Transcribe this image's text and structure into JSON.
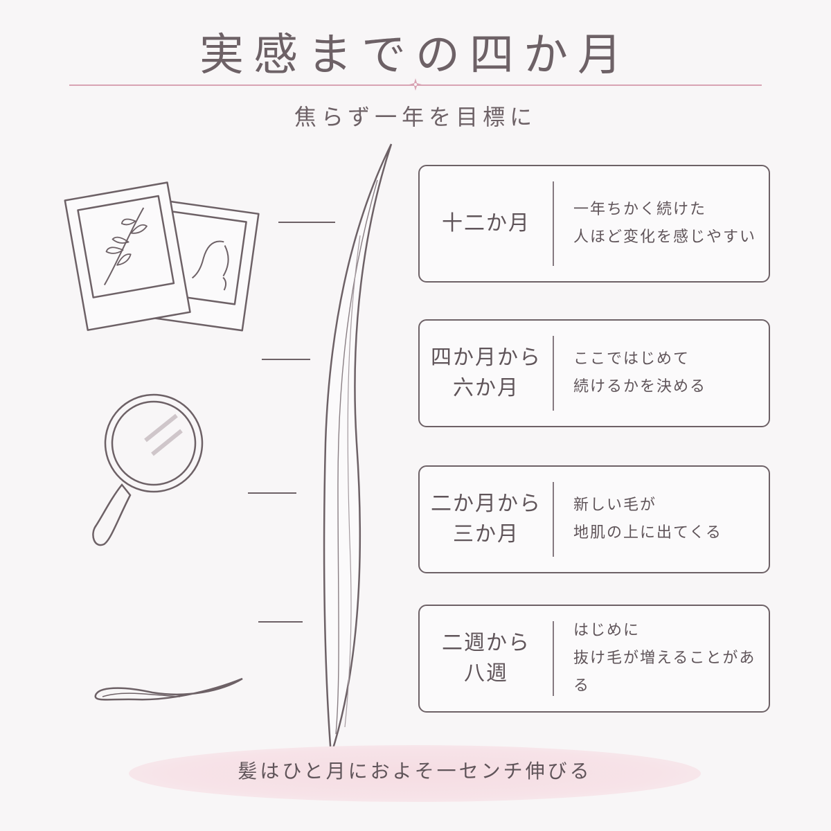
{
  "header": {
    "title": "実感までの四か月",
    "subtitle": "焦らず一年を目標に"
  },
  "stages": [
    {
      "period": "十二か月",
      "description": "一年ちかく続けた\n人ほど変化を感じやすい"
    },
    {
      "period": "四か月から\n六か月",
      "description": "ここではじめて\n続けるかを決める"
    },
    {
      "period": "二か月から\n三か月",
      "description": "新しい毛が\n地肌の上に出てくる"
    },
    {
      "period": "二週から\n八週",
      "description": "はじめに\n抜け毛が増えることがある"
    }
  ],
  "footer": {
    "note": "髪はひと月におよそ一センチ伸びる"
  },
  "illustrations": {
    "photos": "photo-cards-icon",
    "mirror": "hand-mirror-icon",
    "hair": "hair-strand-icon",
    "growing_hair": "growing-hair-icon"
  },
  "colors": {
    "line": "#6d6166",
    "accent": "#d8a3b3",
    "oval": "#f5dde3"
  }
}
